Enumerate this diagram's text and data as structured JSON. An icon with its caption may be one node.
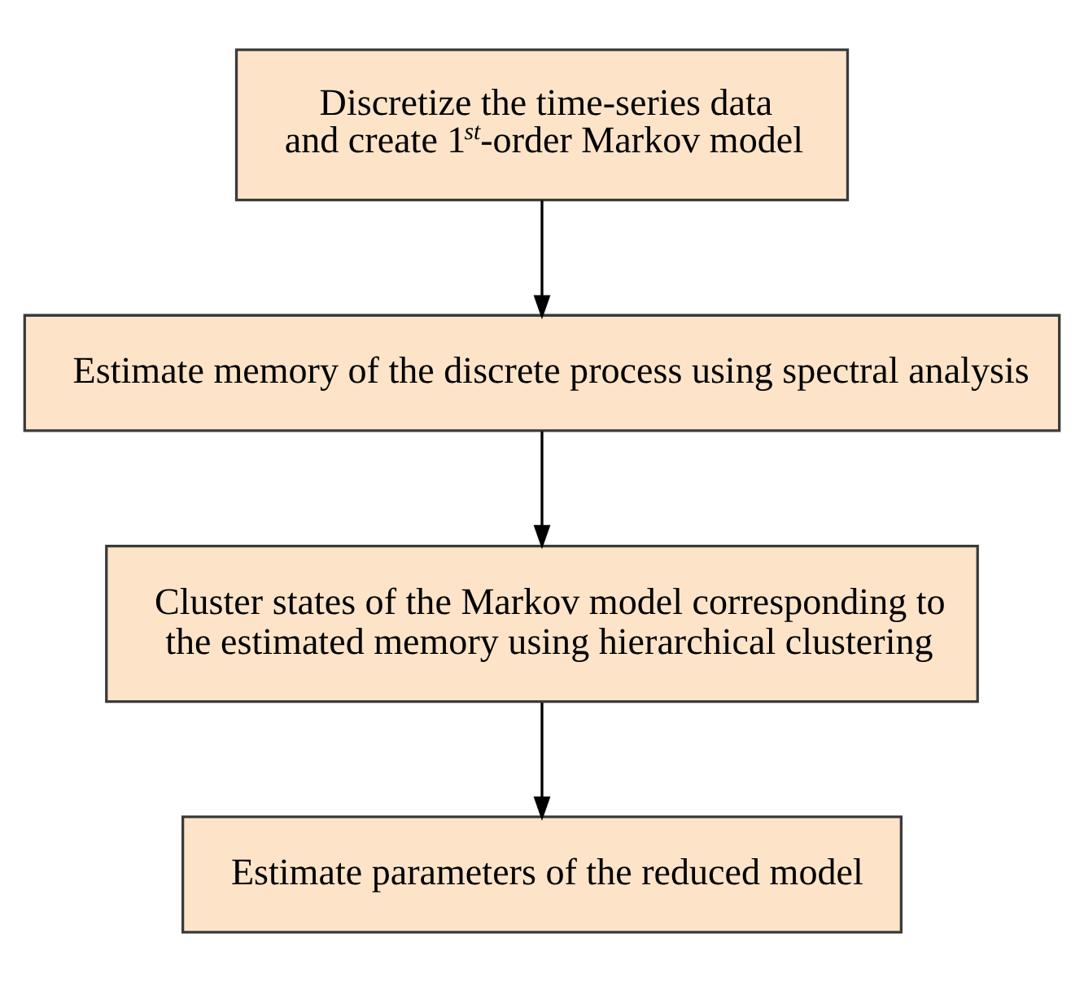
{
  "diagram": {
    "nodes": [
      {
        "text": [
          "Discretize the time-series data and create 1$^{st}$-order Markov model"
        ]
      },
      {
        "text": [
          "Estimate memory of the discrete process using spectral analysis"
        ]
      },
      {
        "text": [
          "Cluster states of the Markov model corresponding to the estimated memory using hierarchical clustering"
        ]
      },
      {
        "text": [
          "Estimate parameters of the reduced model"
        ]
      }
    ],
    "edges": [
      {
        "from": 0,
        "to": 1,
        "arrow": "to"
      },
      {
        "from": 1,
        "to": 2,
        "arrow": "to"
      },
      {
        "from": 2,
        "to": 3,
        "arrow": "to"
      }
    ]
  }
}
